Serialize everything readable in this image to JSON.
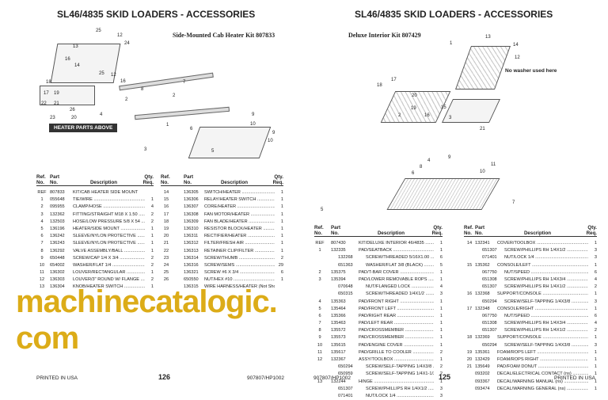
{
  "left_page": {
    "title": "SL46/4835 SKID LOADERS - ACCESSORIES",
    "diagram_title": "Side-Mounted Cab Heater Kit 807833",
    "diagram_label": "HEATER PARTS ABOVE",
    "callouts": [
      "25",
      "12",
      "24",
      "13",
      "16",
      "14",
      "25",
      "12",
      "16",
      "18",
      "17",
      "19",
      "22",
      "21",
      "26",
      "23",
      "20",
      "4",
      "2",
      "7",
      "8",
      "2",
      "9",
      "1",
      "6",
      "10",
      "9",
      "10",
      "3",
      "5"
    ],
    "headers": {
      "ref": "Ref. No.",
      "part": "Part No.",
      "desc": "Description",
      "qty": "Qty. Req."
    },
    "table1": [
      [
        "REF",
        "807833",
        "KIT/CAB HEATER SIDE MOUNT",
        ""
      ],
      [
        "1",
        "055648",
        "TIE/WIRE",
        "1"
      ],
      [
        "2",
        "095955",
        "CLAMP/HOSE",
        "4"
      ],
      [
        "3",
        "132362",
        "FITTING/STRAIGHT M18 X 1.50",
        "2"
      ],
      [
        "4",
        "132503",
        "HOSE/LOW PRESSURE 5/8 X 54",
        "2"
      ],
      [
        "5",
        "136196",
        "HEATER/SIDE MOUNT",
        "1"
      ],
      [
        "6",
        "136242",
        "SLEEVE/NYLON PROTECTIVE",
        "1"
      ],
      [
        "7",
        "136243",
        "SLEEVE/NYLON PROTECTIVE",
        "1"
      ],
      [
        "8",
        "136292",
        "VALVE ASSEMBLY/BALL",
        "1"
      ],
      [
        "9",
        "650448",
        "SCREW/CAP 1/4 X 3/4",
        "2"
      ],
      [
        "10",
        "654002",
        "WASHER/FLAT 1/4",
        "2"
      ],
      [
        "11",
        "136302",
        "LOUVER/RECTANGULAR",
        "1"
      ],
      [
        "12",
        "136303",
        "LOUVER/3\" ROUND W/ FLANGE",
        "2"
      ],
      [
        "13",
        "136304",
        "KNOB/HEATER SWITCH",
        "1"
      ]
    ],
    "table2": [
      [
        "14",
        "136305",
        "SWITCH/HEATER",
        "1"
      ],
      [
        "15",
        "136306",
        "RELAY/HEATER SWITCH",
        "1"
      ],
      [
        "16",
        "136307",
        "CORE/HEATER",
        "1"
      ],
      [
        "17",
        "136308",
        "FAN MOTOR/HEATER",
        "1"
      ],
      [
        "18",
        "136309",
        "FAN BLADE/HEATER",
        "1"
      ],
      [
        "19",
        "136310",
        "RESISTOR BLOCK/HEATER",
        "1"
      ],
      [
        "20",
        "136311",
        "RECTIFIER/HEATER",
        "1"
      ],
      [
        "21",
        "136312",
        "FILTER/FRESH AIR",
        "1"
      ],
      [
        "22",
        "136313",
        "RETAINER CLIP/FILTER",
        "1"
      ],
      [
        "23",
        "136314",
        "SCREW/THUMB",
        "2"
      ],
      [
        "24",
        "136316",
        "SCREW/SEMS",
        "29"
      ],
      [
        "25",
        "136321",
        "SCREW #6 X 3/4",
        "6"
      ],
      [
        "26",
        "650550",
        "NUT/HEX #10",
        "1"
      ],
      [
        "",
        "136315",
        "WIRE HARNESS/HEATER (Not Shown)",
        ""
      ]
    ],
    "footer_left": "PRINTED IN USA",
    "page_number": "126",
    "footer_right": "907807/HP1002"
  },
  "right_page": {
    "title": "SL46/4835 SKID LOADERS - ACCESSORIES",
    "diagram_title": "Deluxe Interior Kit 807429",
    "diagram_note": "No washer used here",
    "callouts": [
      "13",
      "1",
      "14",
      "12",
      "17",
      "18",
      "20",
      "19",
      "16",
      "15",
      "2",
      "3",
      "21",
      "9",
      "4",
      "8",
      "6",
      "10",
      "11",
      "5",
      "7"
    ],
    "headers": {
      "ref": "Ref. No.",
      "part": "Part No.",
      "desc": "Description",
      "qty": "Qty. Req."
    },
    "table1": [
      [
        "REF",
        "807430",
        "KIT/DELUXE INTERIOR 46/4835",
        "1",
        0
      ],
      [
        "1",
        "132335",
        "PAD/SEATBACK",
        "1",
        0
      ],
      [
        "",
        "132268",
        "SCREW/THREADED 5/16X1.00",
        "6",
        1
      ],
      [
        "",
        "651363",
        "WASHER/FLAT 3/8 (BLACK)",
        "5",
        1
      ],
      [
        "2",
        "135375",
        "PAD/T-BAR COVER",
        "1",
        0
      ],
      [
        "3",
        "135394",
        "PAD/LOWER REMOVABLE ROPS",
        "1",
        0
      ],
      [
        "",
        "070648",
        "NUT/FLANGED LOCK",
        "4",
        1
      ],
      [
        "",
        "650315",
        "SCREW/THREADED 1/4X1/2",
        "3",
        1
      ],
      [
        "4",
        "135363",
        "PAD/FRONT RIGHT",
        "1",
        0
      ],
      [
        "5",
        "135464",
        "PAD/FRONT LEFT",
        "1",
        0
      ],
      [
        "6",
        "135366",
        "PAD/RIGHT REAR",
        "1",
        0
      ],
      [
        "7",
        "135463",
        "PAD/LEFT REAR",
        "1",
        0
      ],
      [
        "8",
        "135572",
        "PAD/CROSSMEMBER",
        "1",
        0
      ],
      [
        "9",
        "135573",
        "PAD/CROSSMEMBER",
        "1",
        0
      ],
      [
        "10",
        "135615",
        "PAD/ENGINE COVER",
        "1",
        0
      ],
      [
        "11",
        "135617",
        "PAD/GRILLE TO COOLER",
        "2",
        0
      ],
      [
        "12",
        "132367",
        "ASSY/TOOLBOX",
        "1",
        0
      ],
      [
        "",
        "650294",
        "SCREW/SELF-TAPPING 1/4X3/8",
        "2",
        1
      ],
      [
        "",
        "650959",
        "SCREW/SELF-TAPPING 1/4X1-1/2",
        "2",
        1
      ],
      [
        "13",
        "132244",
        "HINGE",
        "1",
        0
      ],
      [
        "",
        "651307",
        "SCREW/PHILLIPS RH 1/4X1/2",
        "3",
        1
      ],
      [
        "",
        "071401",
        "NUT/LOCK 1/4",
        "3",
        1
      ]
    ],
    "table2": [
      [
        "14",
        "132341",
        "COVER/TOOLBOX",
        "1",
        0
      ],
      [
        "",
        "651307",
        "SCREW/PHILLIPS RH 1/4X1/2",
        "3",
        1
      ],
      [
        "",
        "071401",
        "NUT/LOCK 1/4",
        "3",
        1
      ],
      [
        "15",
        "135362",
        "CONSOLE/LEFT",
        "1",
        0
      ],
      [
        "",
        "067750",
        "NUT/SPEED",
        "6",
        1
      ],
      [
        "",
        "651308",
        "SCREW/PHILLIPS RH 1/4X3/4",
        "4",
        1
      ],
      [
        "",
        "651307",
        "SCREW/PHILLIPS RH 1/4X1/2",
        "2",
        1
      ],
      [
        "16",
        "132368",
        "SUPPORT/CONSOLE",
        "1",
        0
      ],
      [
        "",
        "650294",
        "SCREW/SELF-TAPPING 1/4X3/8",
        "3",
        1
      ],
      [
        "17",
        "132348",
        "CONSOLE/RIGHT",
        "1",
        0
      ],
      [
        "",
        "067750",
        "NUT/SPEED",
        "6",
        1
      ],
      [
        "",
        "651308",
        "SCREW/PHILLIPS RH 1/4X3/4",
        "4",
        1
      ],
      [
        "",
        "651307",
        "SCREW/PHILLIPS RH 1/4X1/2",
        "2",
        1
      ],
      [
        "18",
        "132369",
        "SUPPORT/CONSOLE",
        "1",
        0
      ],
      [
        "",
        "650294",
        "SCREW/SELF-TAPPING 1/4X3/8",
        "3",
        1
      ],
      [
        "19",
        "135361",
        "FOAM/ROPS LEFT",
        "1",
        0
      ],
      [
        "20",
        "132429",
        "FOAM/ROPS RIGHT",
        "1",
        0
      ],
      [
        "21",
        "135649",
        "PAD/FOAM DONUT",
        "1",
        0
      ],
      [
        "",
        "093202",
        "DECAL/ELECTRICAL CONTACT (ns)",
        "1",
        0
      ],
      [
        "",
        "093367",
        "DECAL/WARNING MANUAL (ns)",
        "1",
        0
      ],
      [
        "",
        "093474",
        "DECAL/WARNING GENERAL (ns)",
        "1",
        0
      ]
    ],
    "footer_left": "907807/HP1002",
    "page_number": "125",
    "footer_right": "PRINTED IN USA"
  },
  "watermark": "machinecatalogic.com"
}
